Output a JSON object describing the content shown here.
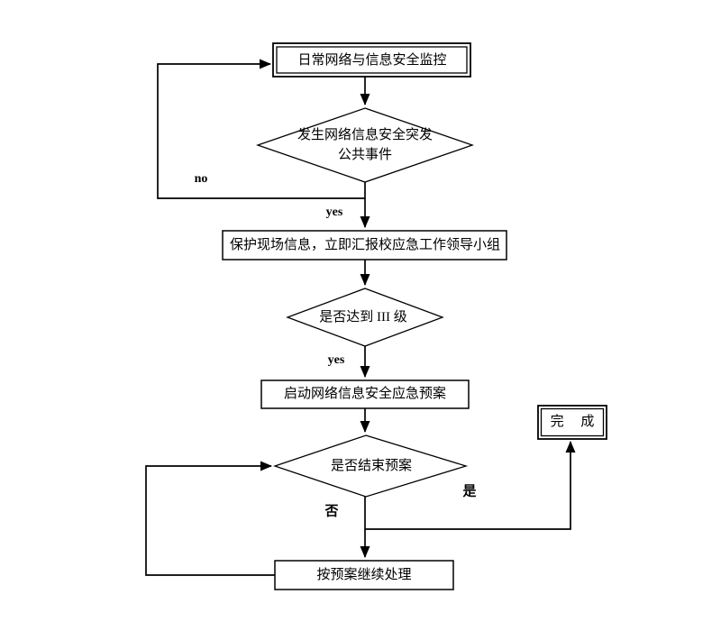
{
  "flowchart": {
    "nodes": {
      "monitor": {
        "label": "日常网络与信息安全监控"
      },
      "incident_decision": {
        "line1": "发生网络信息安全突发",
        "line2": "公共事件"
      },
      "protect_report": {
        "label": "保护现场信息，立即汇报校应急工作领导小组"
      },
      "level_decision": {
        "label": "是否达到 III 级"
      },
      "activate_plan": {
        "label": "启动网络信息安全应急预案"
      },
      "end_plan_decision": {
        "label": "是否结束预案"
      },
      "done": {
        "label": "完 成"
      },
      "continue_plan": {
        "label": "按预案继续处理"
      }
    },
    "edge_labels": {
      "no_incident": "no",
      "yes_incident": "yes",
      "yes_level": "yes",
      "no_end": "否",
      "yes_end": "是"
    },
    "colors": {
      "stroke": "#000000",
      "fill": "#ffffff",
      "text": "#000000",
      "background": "#ffffff"
    }
  }
}
